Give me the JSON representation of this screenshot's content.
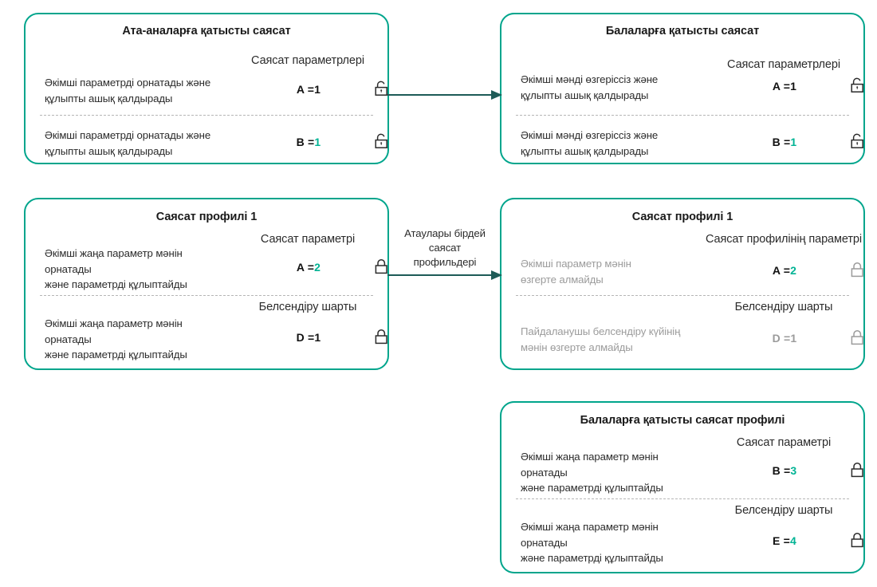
{
  "theme": {
    "card_border": "#00a58c",
    "accent_value": "#00b394",
    "arrow": "#1d5b57",
    "muted_text": "#9b9b9b",
    "body_text": "#2b2b2b",
    "divider": "#b6b6b6"
  },
  "cards": [
    {
      "id": "parent-policy",
      "title": "Ата-аналарға\nқатысты саясат",
      "sections": [
        {
          "header": "Саясат параметрлері",
          "rows": [
            {
              "desc": "Әкімші параметрді орнатады және\nқұлыпты ашық қалдырады",
              "key": "A",
              "eq": "=",
              "value": "1",
              "value_accent": false,
              "lock": "lock-open-icon",
              "muted": false
            },
            {
              "desc": "Әкімші параметрді орнатады және\nқұлыпты ашық қалдырады",
              "key": "B",
              "eq": "=",
              "value": "1",
              "value_accent": true,
              "lock": "lock-open-icon",
              "muted": false
            }
          ]
        }
      ]
    },
    {
      "id": "child-policy",
      "title": "Балаларға қатысты\nсаясат",
      "sections": [
        {
          "header": "Саясат параметрлері",
          "rows": [
            {
              "desc": "Әкімші мәнді өзгеріссіз және\nқұлыпты ашық қалдырады",
              "key": "A",
              "eq": "=",
              "value": "1",
              "value_accent": false,
              "lock": "lock-open-icon",
              "muted": false
            },
            {
              "desc": "Әкімші мәнді өзгеріссіз және\nқұлыпты ашық қалдырады",
              "key": "B",
              "eq": "=",
              "value": "1",
              "value_accent": true,
              "lock": "lock-open-icon",
              "muted": false
            }
          ]
        }
      ]
    },
    {
      "id": "policy-profile-1-left",
      "title": "Саясат профилі 1",
      "sections": [
        {
          "header": "Саясат параметрі",
          "rows": [
            {
              "desc": "Әкімші жаңа параметр мәнін\nорнатады\n және параметрді құлыптайды",
              "key": "A",
              "eq": "=",
              "value": "2",
              "value_accent": true,
              "lock": "lock-closed-icon",
              "muted": false
            }
          ]
        },
        {
          "header": "Белсендіру шарты",
          "rows": [
            {
              "desc": "Әкімші жаңа параметр мәнін\nорнатады\n және параметрді құлыптайды",
              "key": "D",
              "eq": "=",
              "value": "1",
              "value_accent": false,
              "lock": "lock-closed-icon",
              "muted": false
            }
          ]
        }
      ]
    },
    {
      "id": "policy-profile-1-right",
      "title": "Саясат профилі 1",
      "sections": [
        {
          "header": "Саясат профилінің\nпараметрі",
          "rows": [
            {
              "desc": "Әкімші параметр мәнін\nөзгерте алмайды",
              "key": "A",
              "eq": "=",
              "value": "2",
              "value_accent": true,
              "lock": "lock-closed-icon",
              "muted": true,
              "value_muted": false
            }
          ]
        },
        {
          "header": "Белсендіру шарты",
          "rows": [
            {
              "desc": "Пайдаланушы белсендіру күйінің\nмәнін өзгерте алмайды",
              "key": "D",
              "eq": "=",
              "value": "1",
              "value_accent": false,
              "lock": "lock-closed-icon",
              "muted": true,
              "value_muted": true
            }
          ]
        }
      ]
    },
    {
      "id": "child-policy-profile",
      "title": "Балаларға қатысты саясат профилі",
      "sections": [
        {
          "header": "Саясат параметрі",
          "rows": [
            {
              "desc": "Әкімші жаңа параметр мәнін\nорнатады\n және параметрді құлыптайды",
              "key": "B",
              "eq": "=",
              "value": "3",
              "value_accent": true,
              "lock": "lock-closed-icon",
              "muted": false
            }
          ]
        },
        {
          "header": "Белсендіру шарты",
          "rows": [
            {
              "desc": "Әкімші жаңа параметр мәнін\nорнатады\n және параметрді құлыптайды",
              "key": "E",
              "eq": "=",
              "value": "4",
              "value_accent": true,
              "lock": "lock-closed-icon",
              "muted": false
            }
          ]
        }
      ]
    }
  ],
  "arrows": [
    {
      "id": "arrow-top",
      "label": ""
    },
    {
      "id": "arrow-middle",
      "label": "Атаулары бірдей\nсаясат\nпрофильдері"
    }
  ]
}
